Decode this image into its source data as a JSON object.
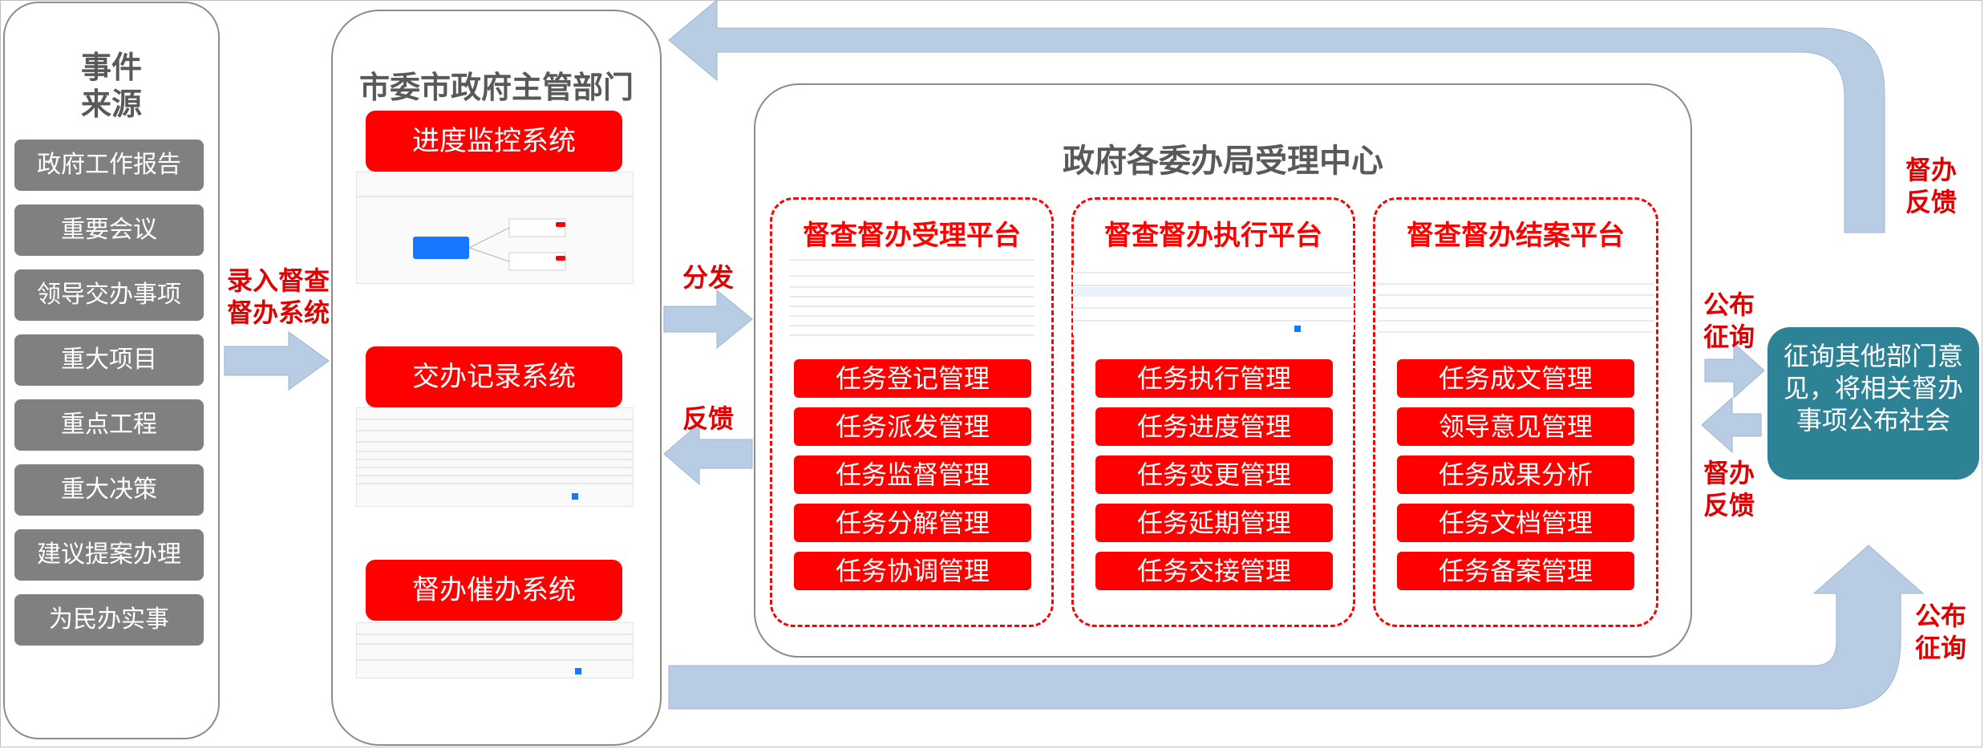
{
  "source": {
    "title": "事件\n来源",
    "items": [
      "政府工作报告",
      "重要会议",
      "领导交办事项",
      "重大项目",
      "重点工程",
      "重大决策",
      "建议提案办理",
      "为民办实事"
    ]
  },
  "arrows": {
    "enter": "录入督查\n督办系统",
    "distribute": "分发",
    "feedback": "反馈",
    "supervise_feedback_top": "督办\n反馈",
    "publish_consult": "公布\n征询",
    "supervise_feedback_mid": "督办\n反馈",
    "publish_consult_bottom": "公布\n征询"
  },
  "dept": {
    "title": "市委市政府主管部门",
    "systems": [
      "进度监控系统",
      "交办记录系统",
      "督办催办系统"
    ]
  },
  "center": {
    "title": "政府各委办局受理中心",
    "platforms": [
      {
        "title": "督查督办受理平台",
        "tasks": [
          "任务登记管理",
          "任务派发管理",
          "任务监督管理",
          "任务分解管理",
          "任务协调管理"
        ]
      },
      {
        "title": "督查督办执行平台",
        "tasks": [
          "任务执行管理",
          "任务进度管理",
          "任务变更管理",
          "任务延期管理",
          "任务交接管理"
        ]
      },
      {
        "title": "督查督办结案平台",
        "tasks": [
          "任务成文管理",
          "领导意见管理",
          "任务成果分析",
          "任务文档管理",
          "任务备案管理"
        ]
      }
    ]
  },
  "consult_box": "征询其他部门意见，将相关督办事项公布社会",
  "colors": {
    "red": "#ff0000",
    "gray": "#808080",
    "teal": "#2e8296",
    "arrow": "#b8cce4"
  }
}
